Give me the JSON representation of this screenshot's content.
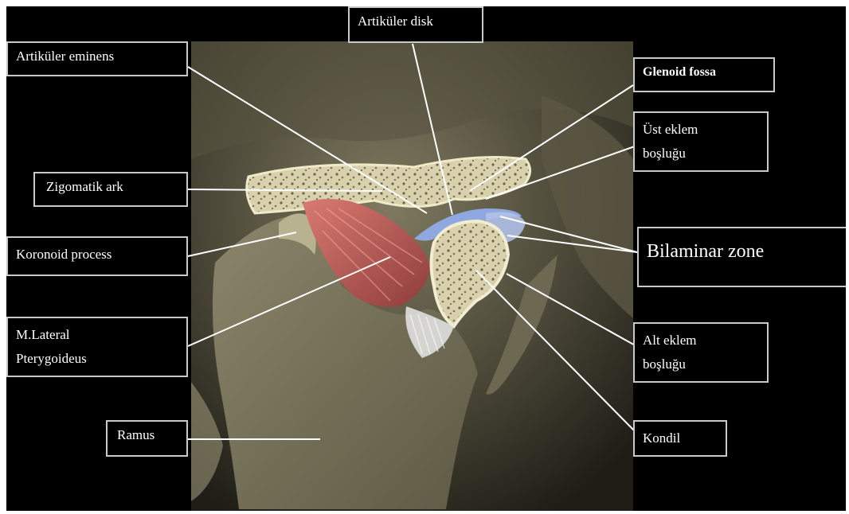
{
  "labels": {
    "artikuler_disk": "Artiküler disk",
    "artikuler_eminens": "Artiküler eminens",
    "glenoid_fossa": "Glenoid fossa",
    "ust_eklem_line1": "Üst eklem",
    "ust_eklem_line2": "boşluğu",
    "zigomatik_ark": "Zigomatik ark",
    "koronoid_process": "Koronoid process",
    "bilaminar_zone": "Bilaminar zone",
    "m_lateral_line1": "M.Lateral",
    "m_lateral_line2": "Pterygoideus",
    "alt_eklem_line1": "Alt eklem",
    "alt_eklem_line2": "boşluğu",
    "ramus": "Ramus",
    "kondil": "Kondil"
  },
  "colors": {
    "background": "#000000",
    "bone": "#d9d3b0",
    "muscle": "#c4635f",
    "disk": "#8fa8e0",
    "leader_line": "#ffffff"
  }
}
